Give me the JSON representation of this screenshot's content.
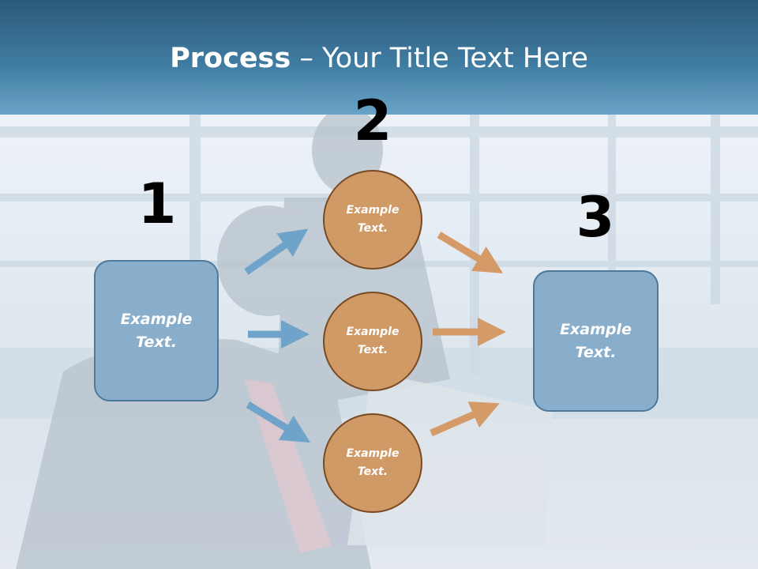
{
  "title": {
    "bold": "Process",
    "rest": " – Your Title Text Here"
  },
  "steps": {
    "one": "1",
    "two": "2",
    "three": "3"
  },
  "left_box": {
    "line1": "Example",
    "line2": "Text."
  },
  "right_box": {
    "line1": "Example",
    "line2": "Text."
  },
  "circles": [
    {
      "line1": "Example",
      "line2": "Text."
    },
    {
      "line1": "Example",
      "line2": "Text."
    },
    {
      "line1": "Example",
      "line2": "Text."
    }
  ],
  "colors": {
    "title_bar": "#3f7ba0",
    "box_fill": "#88aecb",
    "circle_fill": "#d09a66",
    "blue_arrow": "#6fa3c9",
    "orange_arrow": "#d49a68"
  }
}
